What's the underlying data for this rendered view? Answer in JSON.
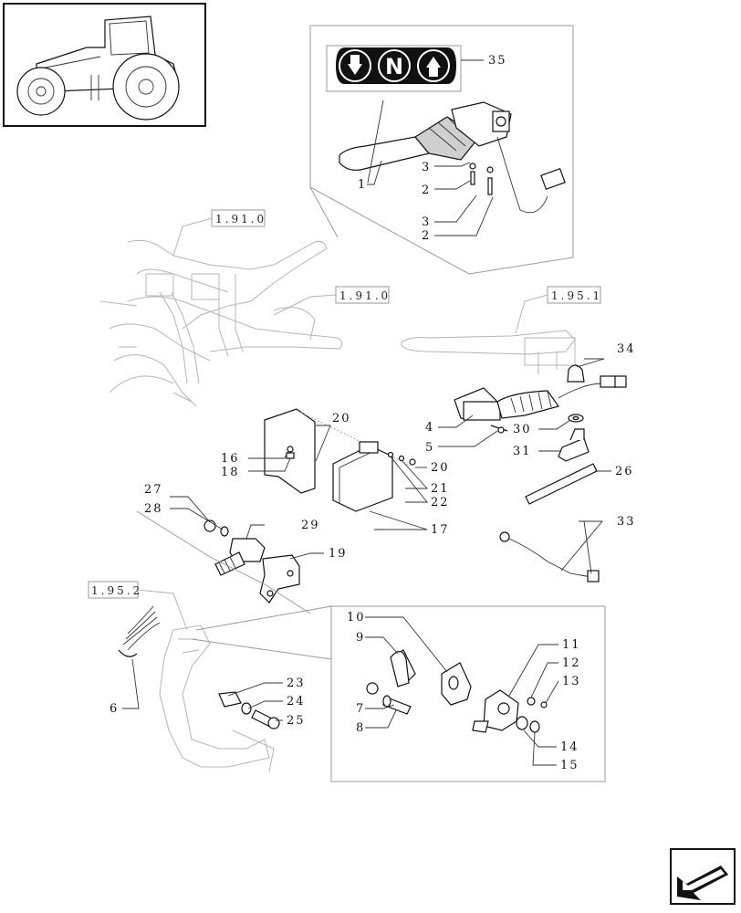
{
  "callouts": [
    {
      "id": "c1",
      "text": "1"
    },
    {
      "id": "c2a",
      "text": "2"
    },
    {
      "id": "c2b",
      "text": "2"
    },
    {
      "id": "c3a",
      "text": "3"
    },
    {
      "id": "c3b",
      "text": "3"
    },
    {
      "id": "c35",
      "text": "35"
    },
    {
      "id": "c34",
      "text": "34"
    },
    {
      "id": "c4",
      "text": "4"
    },
    {
      "id": "c5",
      "text": "5"
    },
    {
      "id": "c30",
      "text": "30"
    },
    {
      "id": "c31",
      "text": "31"
    },
    {
      "id": "c26",
      "text": "26"
    },
    {
      "id": "c20a",
      "text": "20"
    },
    {
      "id": "c20b",
      "text": "20"
    },
    {
      "id": "c16",
      "text": "16"
    },
    {
      "id": "c18",
      "text": "18"
    },
    {
      "id": "c21",
      "text": "21"
    },
    {
      "id": "c22",
      "text": "22"
    },
    {
      "id": "c17",
      "text": "17"
    },
    {
      "id": "c27",
      "text": "27"
    },
    {
      "id": "c28",
      "text": "28"
    },
    {
      "id": "c29",
      "text": "29"
    },
    {
      "id": "c19",
      "text": "19"
    },
    {
      "id": "c33",
      "text": "33"
    },
    {
      "id": "c6",
      "text": "6"
    },
    {
      "id": "c23",
      "text": "23"
    },
    {
      "id": "c24",
      "text": "24"
    },
    {
      "id": "c25",
      "text": "25"
    },
    {
      "id": "c10",
      "text": "10"
    },
    {
      "id": "c9",
      "text": "9"
    },
    {
      "id": "c7",
      "text": "7"
    },
    {
      "id": "c8",
      "text": "8"
    },
    {
      "id": "c11",
      "text": "11"
    },
    {
      "id": "c12",
      "text": "12"
    },
    {
      "id": "c13",
      "text": "13"
    },
    {
      "id": "c14",
      "text": "14"
    },
    {
      "id": "c15",
      "text": "15"
    }
  ],
  "refs": [
    {
      "id": "r1",
      "text": "1.91.0"
    },
    {
      "id": "r2",
      "text": "1.91.0"
    },
    {
      "id": "r3",
      "text": "1.95.1"
    },
    {
      "id": "r4",
      "text": "1.95.2"
    }
  ],
  "gear_symbols": {
    "neutral": "N"
  },
  "colors": {
    "line": "#111111",
    "ghost": "#b4b4b4",
    "symbol_fill": "#111111",
    "frame": "#9a9a9a"
  },
  "icons": {
    "thumbnail": "tractor-icon",
    "navigation": "next-page-arrow-icon"
  }
}
